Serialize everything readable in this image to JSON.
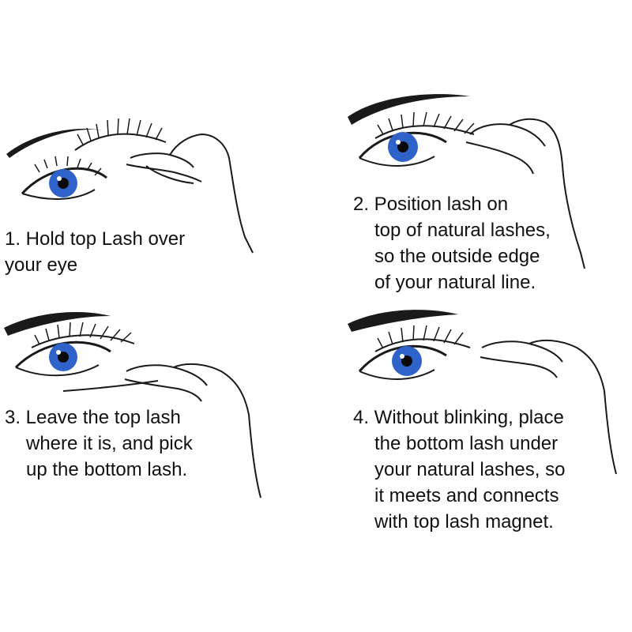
{
  "colors": {
    "ink": "#1a1a1a",
    "iris": "#2f63c9",
    "iris_light": "#5b8ff0",
    "pupil": "#0a0a0a",
    "background": "#ffffff"
  },
  "steps": [
    {
      "number": "1.",
      "lines": [
        "1. Hold top Lash over",
        "your eye"
      ]
    },
    {
      "number": "2.",
      "lines": [
        "2. Position lash on",
        "top of natural lashes,",
        "so the outside edge",
        "of your natural line."
      ]
    },
    {
      "number": "3.",
      "lines": [
        "3. Leave the top lash",
        "where it is, and pick",
        "up the bottom lash."
      ]
    },
    {
      "number": "4.",
      "lines": [
        "4. Without blinking, place",
        "the bottom lash under",
        "your natural lashes, so",
        "it meets and connects",
        "with top lash magnet."
      ]
    }
  ]
}
